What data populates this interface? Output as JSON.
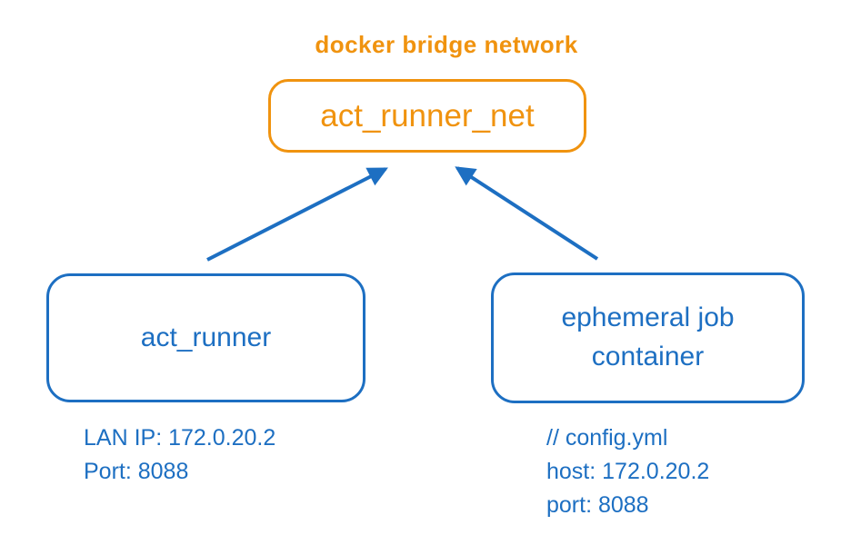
{
  "diagram": {
    "title_label": "docker bridge network",
    "nodes": {
      "network": {
        "label": "act_runner_net"
      },
      "runner": {
        "label": "act_runner"
      },
      "job": {
        "label_line1": "ephemeral job",
        "label_line2": "container"
      }
    },
    "annotations": {
      "runner": {
        "line1": "LAN IP: 172.0.20.2",
        "line2": "Port: 8088"
      },
      "job": {
        "line1": "// config.yml",
        "line2": "host: 172.0.20.2",
        "line3": "port: 8088"
      }
    },
    "connections": [
      {
        "from": "act_runner",
        "to": "act_runner_net"
      },
      {
        "from": "ephemeral job container",
        "to": "act_runner_net"
      }
    ],
    "colors": {
      "orange": "#F0930F",
      "blue": "#1D6FC2",
      "background": "#FFFFFF"
    }
  }
}
